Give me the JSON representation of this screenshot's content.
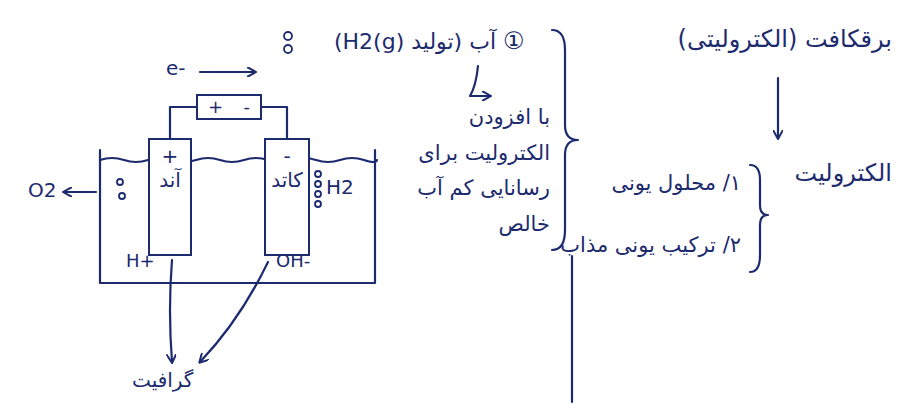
{
  "diagram": {
    "nodes": [
      {
        "text": [
          "+",
          "-"
        ]
      },
      {
        "text": [
          "+",
          "آند"
        ]
      },
      {
        "text": [
          "-",
          "کاتد"
        ]
      }
    ],
    "edges": [
      {
        "from": 0,
        "to": 1,
        "arrow": "none"
      },
      {
        "from": 0,
        "to": 2,
        "arrow": "none"
      }
    ],
    "labels": [
      "e-",
      "O2",
      "H2",
      "H+",
      "OH-",
      "گرافیت",
      "①",
      "آب (تولید H2(g))",
      "با افزودن الکترولیت برای رسانایی کم آب خالص",
      "برقکافت (الکترولیتی)",
      "الکترولیت",
      "۱/ محلول یونی",
      "۲/ ترکیب یونی مذاب"
    ]
  }
}
